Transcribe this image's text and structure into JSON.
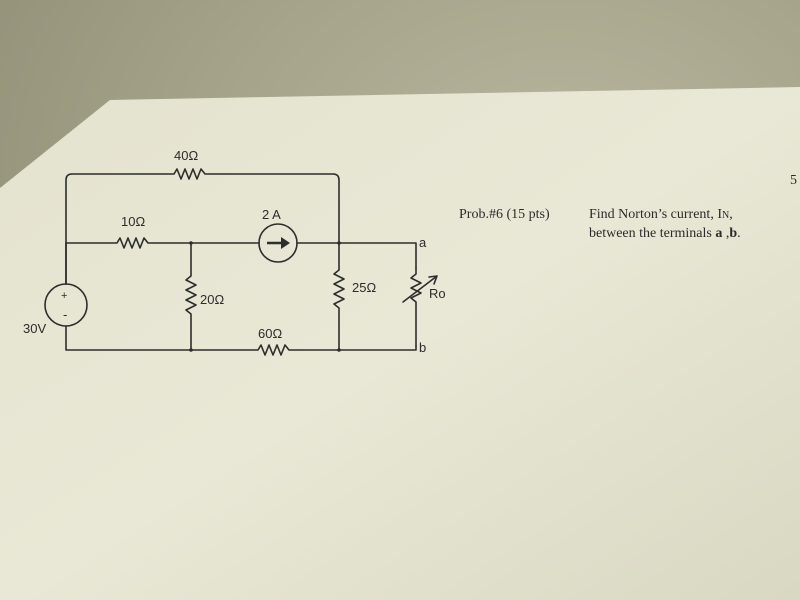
{
  "problem": {
    "label": "Prob.#6 (15 pts)",
    "line1_prefix": "Find Norton’s current, I",
    "line1_subscript": "N",
    "line1_suffix": ",",
    "line2_prefix": "between the terminals ",
    "terminal_a": "a",
    "separator": " ,",
    "terminal_b": "b",
    "line2_suffix": "."
  },
  "page_number": "5",
  "circuit": {
    "r_top": "40Ω",
    "r_left": "10Ω",
    "current_source": "2 A",
    "r_middle": "20Ω",
    "r_right": "25Ω",
    "r_bottom": "60Ω",
    "voltage_source": "30V",
    "variable_resistor": "Ro",
    "terminal_a": "a",
    "terminal_b": "b",
    "plus_sign": "+",
    "minus_sign": "-"
  }
}
